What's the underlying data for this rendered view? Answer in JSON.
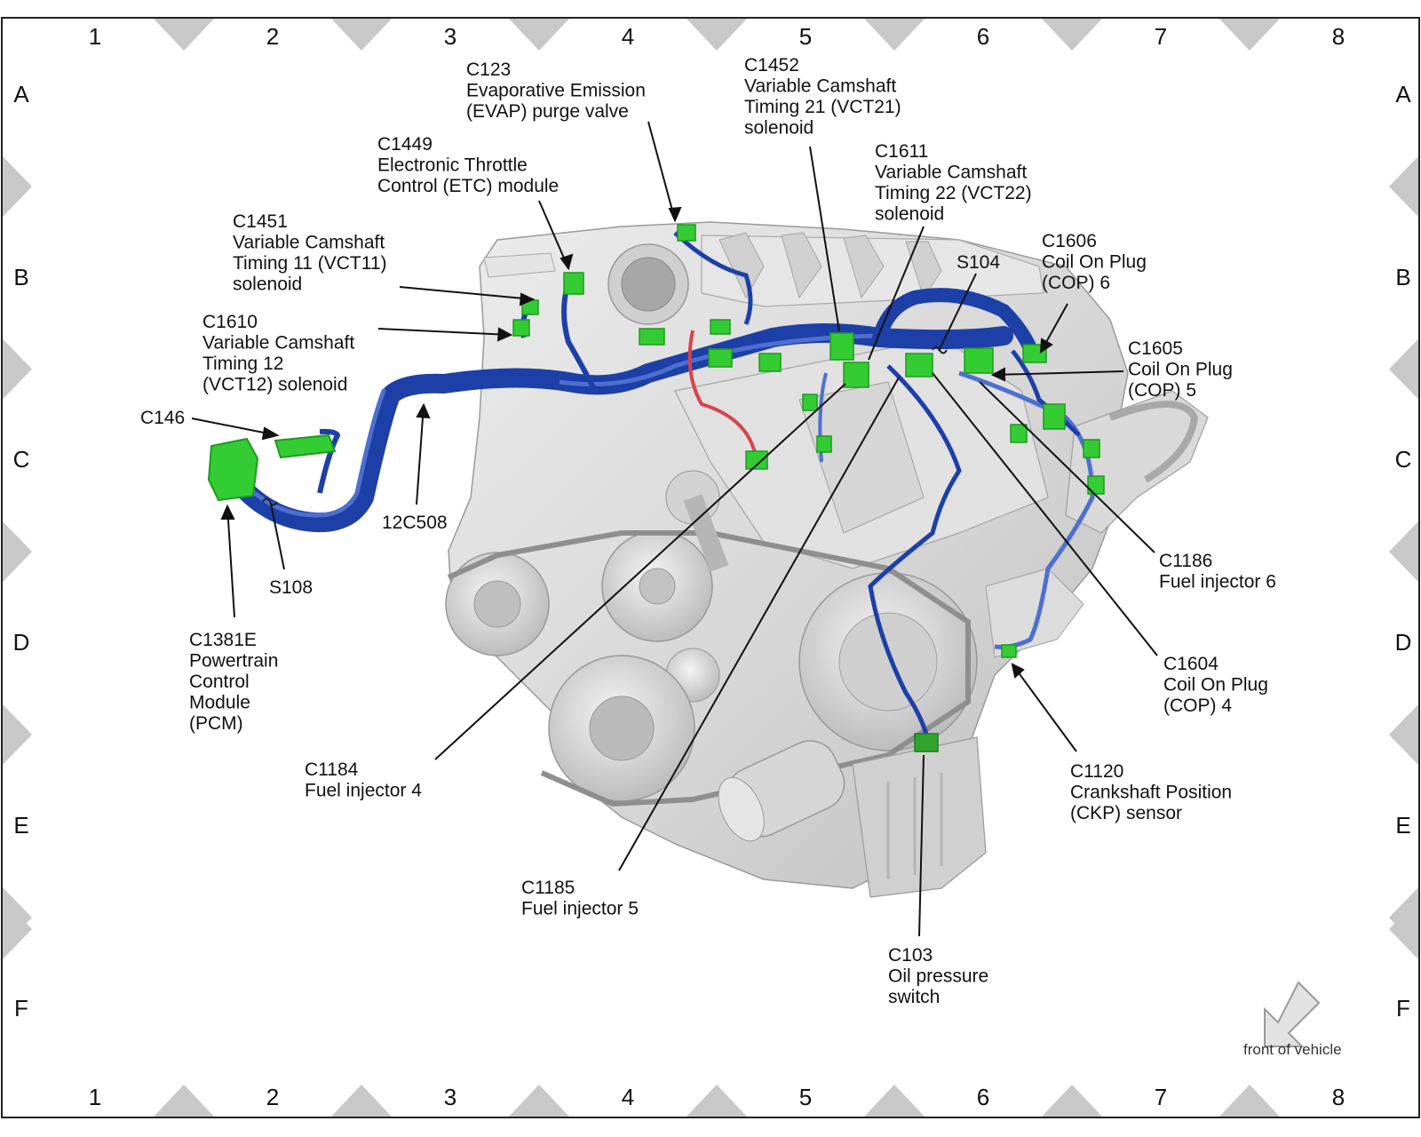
{
  "grid": {
    "columns": [
      "1",
      "2",
      "3",
      "4",
      "5",
      "6",
      "7",
      "8"
    ],
    "rows": [
      "A",
      "B",
      "C",
      "D",
      "E",
      "F"
    ]
  },
  "colors": {
    "harness": "#1d3fa8",
    "harness_light": "#4d6fd0",
    "connector": "#33cc33",
    "connector_dark": "#1f9a1f",
    "positive_lead": "#d9434a",
    "engine": "#d8d8d8",
    "engine_shadow": "#b9b9b9",
    "border_marker": "#c8c8c8"
  },
  "callouts": [
    {
      "id": "c123",
      "lines": [
        "C123",
        "Evaporative Emission",
        "(EVAP) purge valve"
      ]
    },
    {
      "id": "c1449",
      "lines": [
        "C1449",
        "Electronic Throttle",
        "Control (ETC) module"
      ]
    },
    {
      "id": "c1451",
      "lines": [
        "C1451",
        "Variable Camshaft",
        "Timing 11 (VCT11)",
        "solenoid"
      ]
    },
    {
      "id": "c1610",
      "lines": [
        "C1610",
        "Variable Camshaft",
        "Timing 12",
        "(VCT12) solenoid"
      ]
    },
    {
      "id": "c146",
      "lines": [
        "C146"
      ]
    },
    {
      "id": "c1381e",
      "lines": [
        "C1381E",
        "Powertrain",
        "Control",
        "Module",
        "(PCM)"
      ]
    },
    {
      "id": "s108",
      "lines": [
        "S108"
      ]
    },
    {
      "id": "12c508",
      "lines": [
        "12C508"
      ]
    },
    {
      "id": "c1452",
      "lines": [
        "C1452",
        "Variable Camshaft",
        "Timing 21 (VCT21)",
        "solenoid"
      ]
    },
    {
      "id": "c1611",
      "lines": [
        "C1611",
        "Variable Camshaft",
        "Timing 22 (VCT22)",
        "solenoid"
      ]
    },
    {
      "id": "s104",
      "lines": [
        "S104"
      ]
    },
    {
      "id": "c1606",
      "lines": [
        "C1606",
        "Coil On Plug",
        "(COP) 6"
      ]
    },
    {
      "id": "c1605",
      "lines": [
        "C1605",
        "Coil On Plug",
        "(COP) 5"
      ]
    },
    {
      "id": "c1186",
      "lines": [
        "C1186",
        "Fuel injector 6"
      ]
    },
    {
      "id": "c1604",
      "lines": [
        "C1604",
        "Coil On Plug",
        "(COP) 4"
      ]
    },
    {
      "id": "c1120",
      "lines": [
        "C1120",
        "Crankshaft Position",
        "(CKP) sensor"
      ]
    },
    {
      "id": "c103",
      "lines": [
        "C103",
        "Oil pressure",
        "switch"
      ]
    },
    {
      "id": "c1184",
      "lines": [
        "C1184",
        "Fuel injector 4"
      ]
    },
    {
      "id": "c1185",
      "lines": [
        "C1185",
        "Fuel injector 5"
      ]
    }
  ],
  "orientation": {
    "label": "front of vehicle",
    "icon": "arrow-down-left-icon"
  }
}
